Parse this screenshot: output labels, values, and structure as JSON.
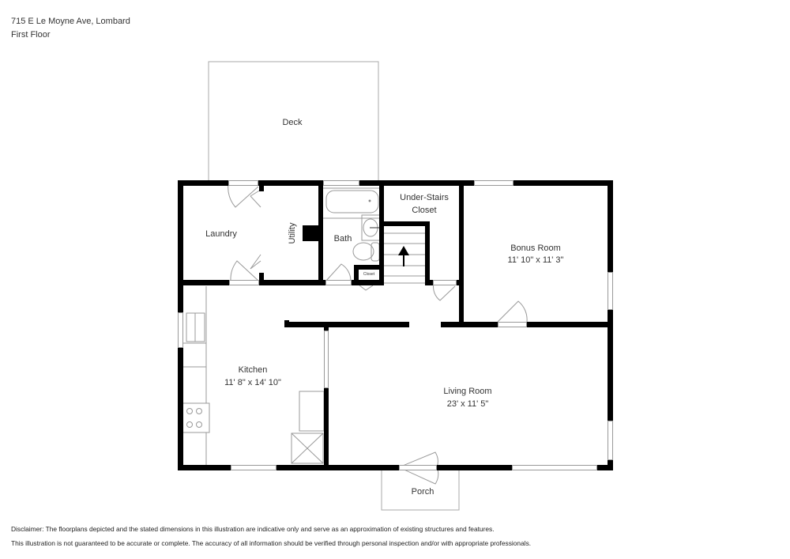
{
  "header": {
    "address": "715 E Le Moyne Ave, Lombard",
    "floor": "First Floor"
  },
  "rooms": [
    {
      "id": "deck",
      "name": "Deck",
      "dimensions": ""
    },
    {
      "id": "laundry",
      "name": "Laundry",
      "dimensions": ""
    },
    {
      "id": "utility",
      "name": "Utility",
      "dimensions": ""
    },
    {
      "id": "bath",
      "name": "Bath",
      "dimensions": ""
    },
    {
      "id": "closet",
      "name": "Closet",
      "dimensions": ""
    },
    {
      "id": "under-stairs-closet",
      "name": "Under-Stairs",
      "name2": "Closet",
      "dimensions": ""
    },
    {
      "id": "bonus-room",
      "name": "Bonus Room",
      "dimensions": "11' 10\" x 11' 3\""
    },
    {
      "id": "kitchen",
      "name": "Kitchen",
      "dimensions": "11' 8\" x 14' 10\""
    },
    {
      "id": "living-room",
      "name": "Living Room",
      "dimensions": "23' x 11' 5\""
    },
    {
      "id": "porch",
      "name": "Porch",
      "dimensions": ""
    }
  ],
  "disclaimer": {
    "line1": "Disclaimer: The floorplans depicted and the stated dimensions in this illustration are indicative only and serve as an approximation of existing structures and features.",
    "line2": "This illustration is not guaranteed to be accurate or complete. The accuracy of all information should be verified through personal inspection and/or with appropriate professionals."
  },
  "colors": {
    "wall": "#000000",
    "fixture_line": "#999999",
    "text": "#333333"
  }
}
